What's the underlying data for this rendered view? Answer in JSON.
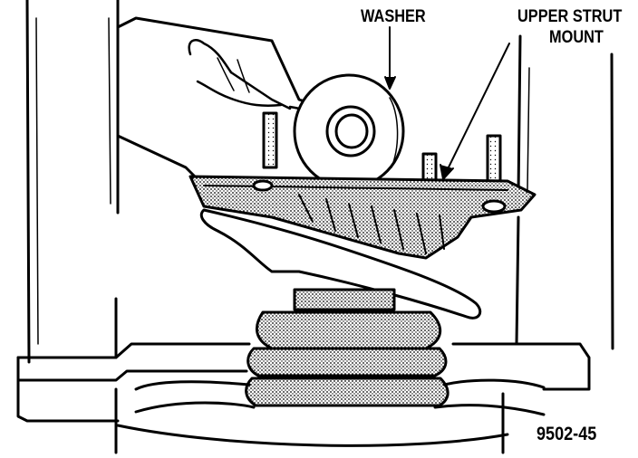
{
  "labels": {
    "washer": "WASHER",
    "upper_strut_mount_line1": "UPPER STRUT",
    "upper_strut_mount_line2": "MOUNT",
    "figure_number": "9502-45"
  },
  "colors": {
    "ink": "#000000",
    "paper": "#ffffff",
    "stipple": "#9a9a9a"
  }
}
